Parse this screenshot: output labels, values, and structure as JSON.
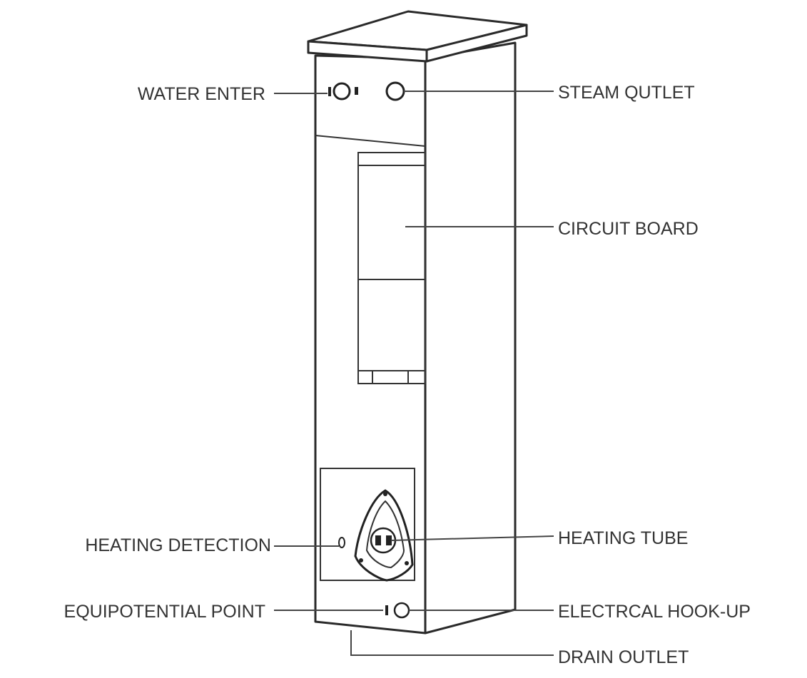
{
  "labels": {
    "water_enter": "WATER ENTER",
    "steam_outlet": "STEAM QUTLET",
    "circuit_board": "CIRCUIT BOARD",
    "heating_detection": "HEATING DETECTION",
    "heating_tube": "HEATING TUBE",
    "equipotential_point": "EQUIPOTENTIAL POINT",
    "electrical_hookup": "ELECTRCAL HOOK-UP",
    "drain_outlet": "DRAIN OUTLET"
  },
  "colors": {
    "line": "#444444",
    "text": "#333333",
    "background": "#ffffff"
  }
}
